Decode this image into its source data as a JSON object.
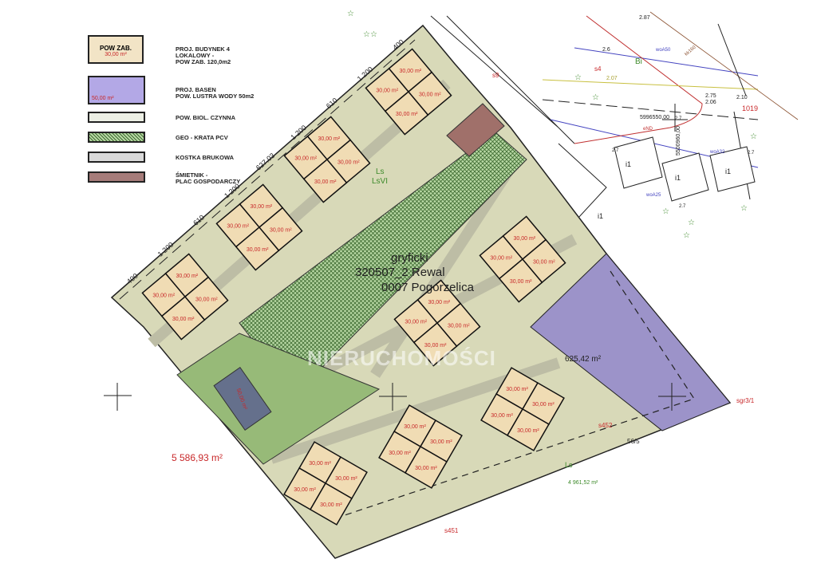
{
  "legend": {
    "items": [
      {
        "swatch_text": "POW ZAB.",
        "swatch_value": "30,00 m²",
        "label": "PROJ. BUDYNEK 4\nLOKALOWY -\nPOW ZAB. 120,0m2",
        "color": "#f2e4c6"
      },
      {
        "swatch_value": "50,00 m²",
        "label": "PROJ. BASEN\nPOW. LUSTRA WODY 50m2",
        "color": "#b3a8e6"
      },
      {
        "label": "POW. BIOL. CZYNNA",
        "color": "#ecefe4"
      },
      {
        "label": "GEO - KRATA PCV",
        "color": "#9fc98f"
      },
      {
        "label": "KOSTKA BRUKOWA",
        "color": "#d9d9d9"
      },
      {
        "label": "ŚMIETNIK -\nPLAC GOSPODARCZY",
        "color": "#a67c7a"
      }
    ]
  },
  "colors": {
    "parcel": "#d8d9b8",
    "paving": "#bdbda5",
    "building": "#f0dcb4",
    "green": "#97ba78",
    "pool": "#65708c",
    "purple_area": "#9c93c9",
    "waste": "#a0706a",
    "area_red": "#c8282a",
    "area_green": "#3d8a2a"
  },
  "dimensions": [
    "400",
    "1 200",
    "610",
    "1 200",
    "627.03",
    "1 200",
    "610",
    "1 200",
    "400"
  ],
  "areas": {
    "parcel_total": "5 586,93 m²",
    "parcel_south": "4 961,52 m²",
    "purple_area": "625,42 m²",
    "pool": "50,00 m²"
  },
  "cadastral": {
    "county": "gryficki",
    "unit": "320507_2 Rewal",
    "precinct": "0007 Pogorzelica"
  },
  "watermark": "NIERUCHOMOŚCI",
  "map_labels": {
    "ls_1": "Ls",
    "lsvi": "LsVI",
    "ls_2": "Ls",
    "s9": "s9",
    "s4": "s4",
    "s451": "s451",
    "s452": "s452",
    "parcel_56_5": "56/5",
    "sgr3_1": "sgr3/1",
    "bi": "Bi",
    "h287": "2.87",
    "h26": "2.6",
    "h207": "2.07",
    "h275": "2.75",
    "h206": "2.06",
    "h210": "2.10",
    "h27a": "2.7",
    "h27b": "2.7",
    "h27c": "2.7",
    "h27d": "2.7",
    "n1019": "1019",
    "coord_x": "5996550,00",
    "coord_y": "5500960,00",
    "woA50": "woA50",
    "kk160": "kk160",
    "woA32": "woA32",
    "woA25": "woA25",
    "end": "eND",
    "i1_a": "i1",
    "i1_b": "i1",
    "i1_c": "i1",
    "i1_d": "i1"
  },
  "buildings": [
    {
      "units": [
        "30,00 m²",
        "30,00 m²",
        "30,00 m²",
        "30,00 m²"
      ]
    },
    {
      "units": [
        "30,00 m²",
        "30,00 m²",
        "30,00 m²",
        "30,00 m²"
      ]
    },
    {
      "units": [
        "30,00 m²",
        "30,00 m²",
        "30,00 m²",
        "30,00 m²"
      ]
    },
    {
      "units": [
        "30,00 m²",
        "30,00 m²",
        "30,00 m²",
        "30,00 m²"
      ]
    },
    {
      "units": [
        "30,00 m²",
        "30,00 m²",
        "30,00 m²",
        "30,00 m²"
      ]
    },
    {
      "units": [
        "30,00 m²",
        "30,00 m²",
        "30,00 m²",
        "30,00 m²"
      ]
    },
    {
      "units": [
        "30,00 m²",
        "30,00 m²",
        "30,00 m²",
        "30,00 m²"
      ]
    },
    {
      "units": [
        "30,00 m²",
        "30,00 m²",
        "30,00 m²",
        "30,00 m²"
      ]
    },
    {
      "units": [
        "30,00 m²",
        "30,00 m²",
        "30,00 m²",
        "30,00 m²"
      ]
    }
  ]
}
